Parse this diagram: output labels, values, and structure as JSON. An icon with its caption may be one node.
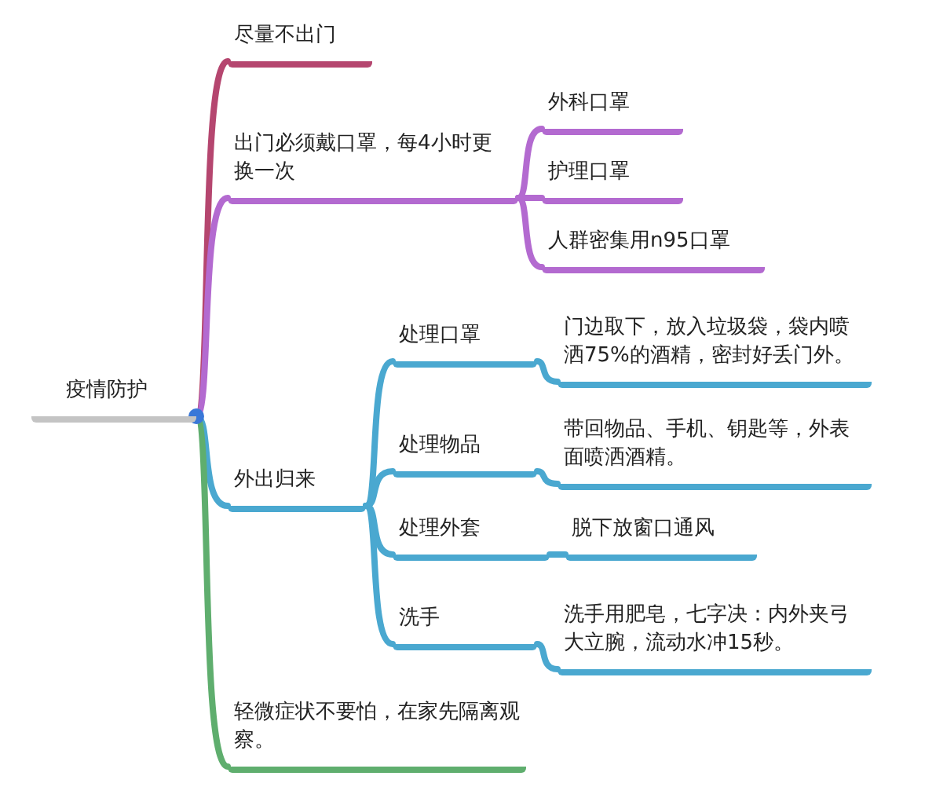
{
  "diagram": {
    "nodes": [
      {
        "text": [
          "疫情防护"
        ]
      },
      {
        "text": [
          "尽量不出门"
        ]
      },
      {
        "text": [
          "出门必须戴口罩，每4小时更换一次"
        ]
      },
      {
        "text": [
          "外科口罩"
        ]
      },
      {
        "text": [
          "护理口罩"
        ]
      },
      {
        "text": [
          "人群密集用n95口罩"
        ]
      },
      {
        "text": [
          "外出归来"
        ]
      },
      {
        "text": [
          "处理口罩"
        ]
      },
      {
        "text": [
          "门边取下，放入垃圾袋，袋内喷洒75%的酒精，密封好丢门外。"
        ]
      },
      {
        "text": [
          "处理物品"
        ]
      },
      {
        "text": [
          "带回物品、手机、钥匙等，外表面喷洒酒精。"
        ]
      },
      {
        "text": [
          "处理外套"
        ]
      },
      {
        "text": [
          "脱下放窗口通风"
        ]
      },
      {
        "text": [
          "洗手"
        ]
      },
      {
        "text": [
          "洗手用肥皂，七字决：内外夹弓大立腕，流动水冲15秒。"
        ]
      },
      {
        "text": [
          "轻微症状不要怕，在家先隔离观察。"
        ]
      }
    ],
    "edges": [
      {
        "from": 0,
        "to": 1,
        "arrow": "none",
        "color": "#b5466f"
      },
      {
        "from": 0,
        "to": 2,
        "arrow": "none",
        "color": "#b36ad0"
      },
      {
        "from": 2,
        "to": 3,
        "arrow": "none",
        "color": "#b36ad0"
      },
      {
        "from": 2,
        "to": 4,
        "arrow": "none",
        "color": "#b36ad0"
      },
      {
        "from": 2,
        "to": 5,
        "arrow": "none",
        "color": "#b36ad0"
      },
      {
        "from": 0,
        "to": 6,
        "arrow": "none"
      },
      {
        "from": 6,
        "to": 7,
        "arrow": "none"
      },
      {
        "from": 7,
        "to": 8,
        "arrow": "none"
      },
      {
        "from": 6,
        "to": 9,
        "arrow": "none"
      },
      {
        "from": 9,
        "to": 10,
        "arrow": "none"
      },
      {
        "from": 6,
        "to": 11,
        "arrow": "none"
      },
      {
        "from": 11,
        "to": 12,
        "arrow": "none"
      },
      {
        "from": 6,
        "to": 13,
        "arrow": "none"
      },
      {
        "from": 13,
        "to": 14,
        "arrow": "none"
      },
      {
        "from": 0,
        "to": 15,
        "arrow": "none",
        "color": "#5fae6e"
      }
    ]
  }
}
